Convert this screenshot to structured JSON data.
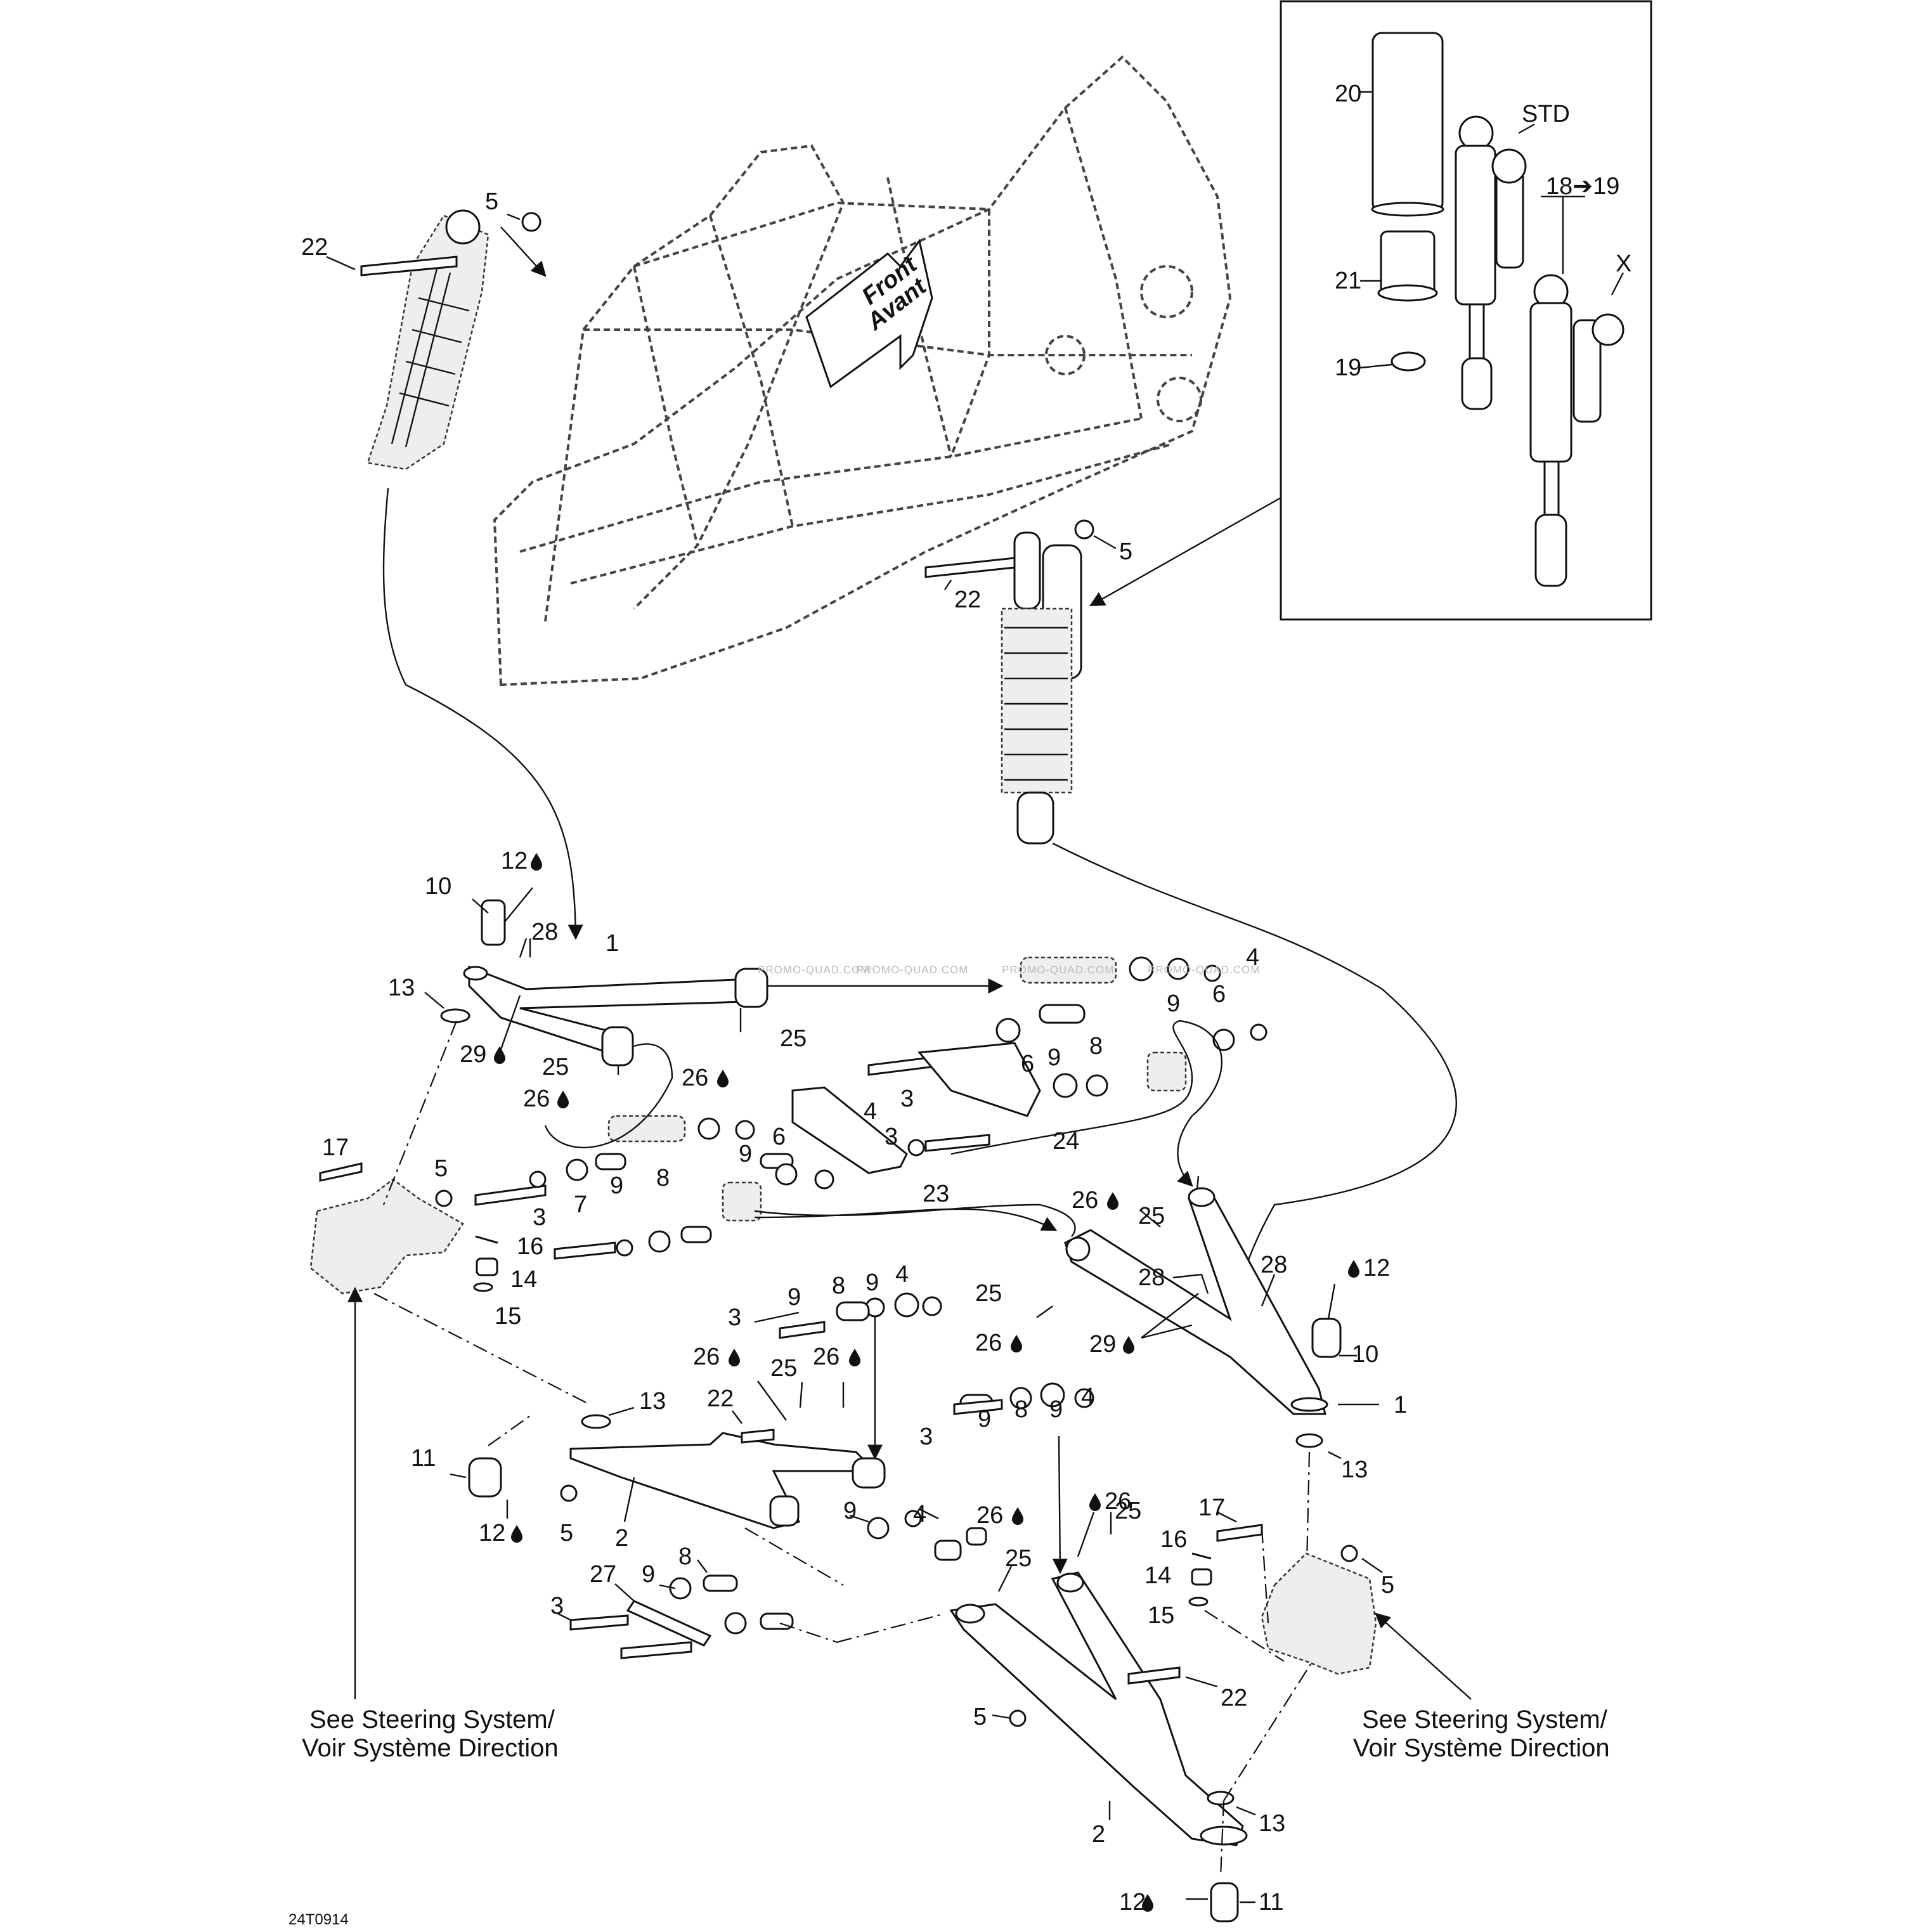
{
  "watermarks": [
    "PROMO-QUAD.COM",
    "PROMO-QUAD.COM",
    "PROMO-QUAD.COM",
    "PROMO-QUAD.COM"
  ],
  "frame_arrow": {
    "line1": "Front",
    "line2": "Avant"
  },
  "inset": {
    "labels": {
      "spring": "20",
      "sleeve": "21",
      "clip": "19",
      "std": "STD",
      "range": "18➔19",
      "x": "X"
    }
  },
  "callouts": {
    "shock_left_nut": "5",
    "shock_left_bolt": "22",
    "shock_center_nut": "5",
    "shock_center_bolt": "22",
    "ul_ballcap": "10",
    "ul_ballfit": "12",
    "ul_pin": "28",
    "ul_arm": "1",
    "ul_ring": "13",
    "ul_grease_a": "29",
    "ul_grease_b": "25",
    "ul_grease_c": "26",
    "ul_grease_d": "25",
    "ul_grease_e": "26",
    "ul_nut4": "4",
    "ul_wash9": "9",
    "ul_bush6": "6",
    "ul_wash9b": "9",
    "ul_bush8": "8",
    "ul_bush6b": "6",
    "ul_bolt3": "3",
    "ul_plate24": "24",
    "ul_plate23": "23",
    "ul_nut4b": "4",
    "ul_bolt3b": "3",
    "ul_bush6c": "6",
    "ul_wash9c": "9",
    "ul_bush8c": "8",
    "knuckle_l_bolt": "17",
    "knuckle_l_nut": "5",
    "knuckle_l_bolt3": "3",
    "knuckle_l_bush7": "7",
    "knuckle_l_wash9": "9",
    "knuckle_l_cotter": "16",
    "knuckle_l_castle": "14",
    "knuckle_l_ring": "15",
    "ll_wash9": "9",
    "ll_bush8": "8",
    "ll_wash9b": "9",
    "ll_nut4": "4",
    "ll_bolt3": "3",
    "ll_grease26": "26",
    "ll_grease25": "25",
    "ll_grease26b": "26",
    "ll_bolt22": "22",
    "ll_ring13": "13",
    "ll_ballfit": "11",
    "ll_ballgrease": "12",
    "ll_nut5": "5",
    "ll_arm": "2",
    "ll_wash9c": "9",
    "ll_nut4b": "4",
    "ll_link27": "27",
    "ll_wash9d": "9",
    "ll_bush8b": "8",
    "ll_bolt3b": "3",
    "ur_grease26": "26",
    "ur_grease25": "25",
    "ur_pin28": "28",
    "ur_pin28b": "28",
    "ur_ball12": "12",
    "ur_grease25b": "25",
    "ur_grease26b": "26",
    "ur_grease29": "29",
    "ur_ballcap": "10",
    "ur_arm": "1",
    "ur_ring13": "13",
    "lr_wash9": "9",
    "lr_bush8": "8",
    "lr_wash9b": "9",
    "lr_nut4": "4",
    "lr_bolt3": "3",
    "lr_grease26": "26",
    "lr_grease25": "25",
    "lr_grease26b": "26",
    "lr_grease25b": "25",
    "knuckle_r_bolt": "17",
    "knuckle_r_cotter": "16",
    "knuckle_r_castle": "14",
    "knuckle_r_ring": "15",
    "knuckle_r_nut": "5",
    "lr_bolt22": "22",
    "lr_nut5": "5",
    "lr_arm": "2",
    "lr_ring13": "13",
    "lr_ballfit": "11",
    "lr_ballgrease": "12"
  },
  "captions": {
    "left_line1": "See Steering System/",
    "left_line2": "Voir Système Direction",
    "right_line1": "See Steering System/",
    "right_line2": "Voir Système Direction"
  },
  "figure_code": "24T0914"
}
